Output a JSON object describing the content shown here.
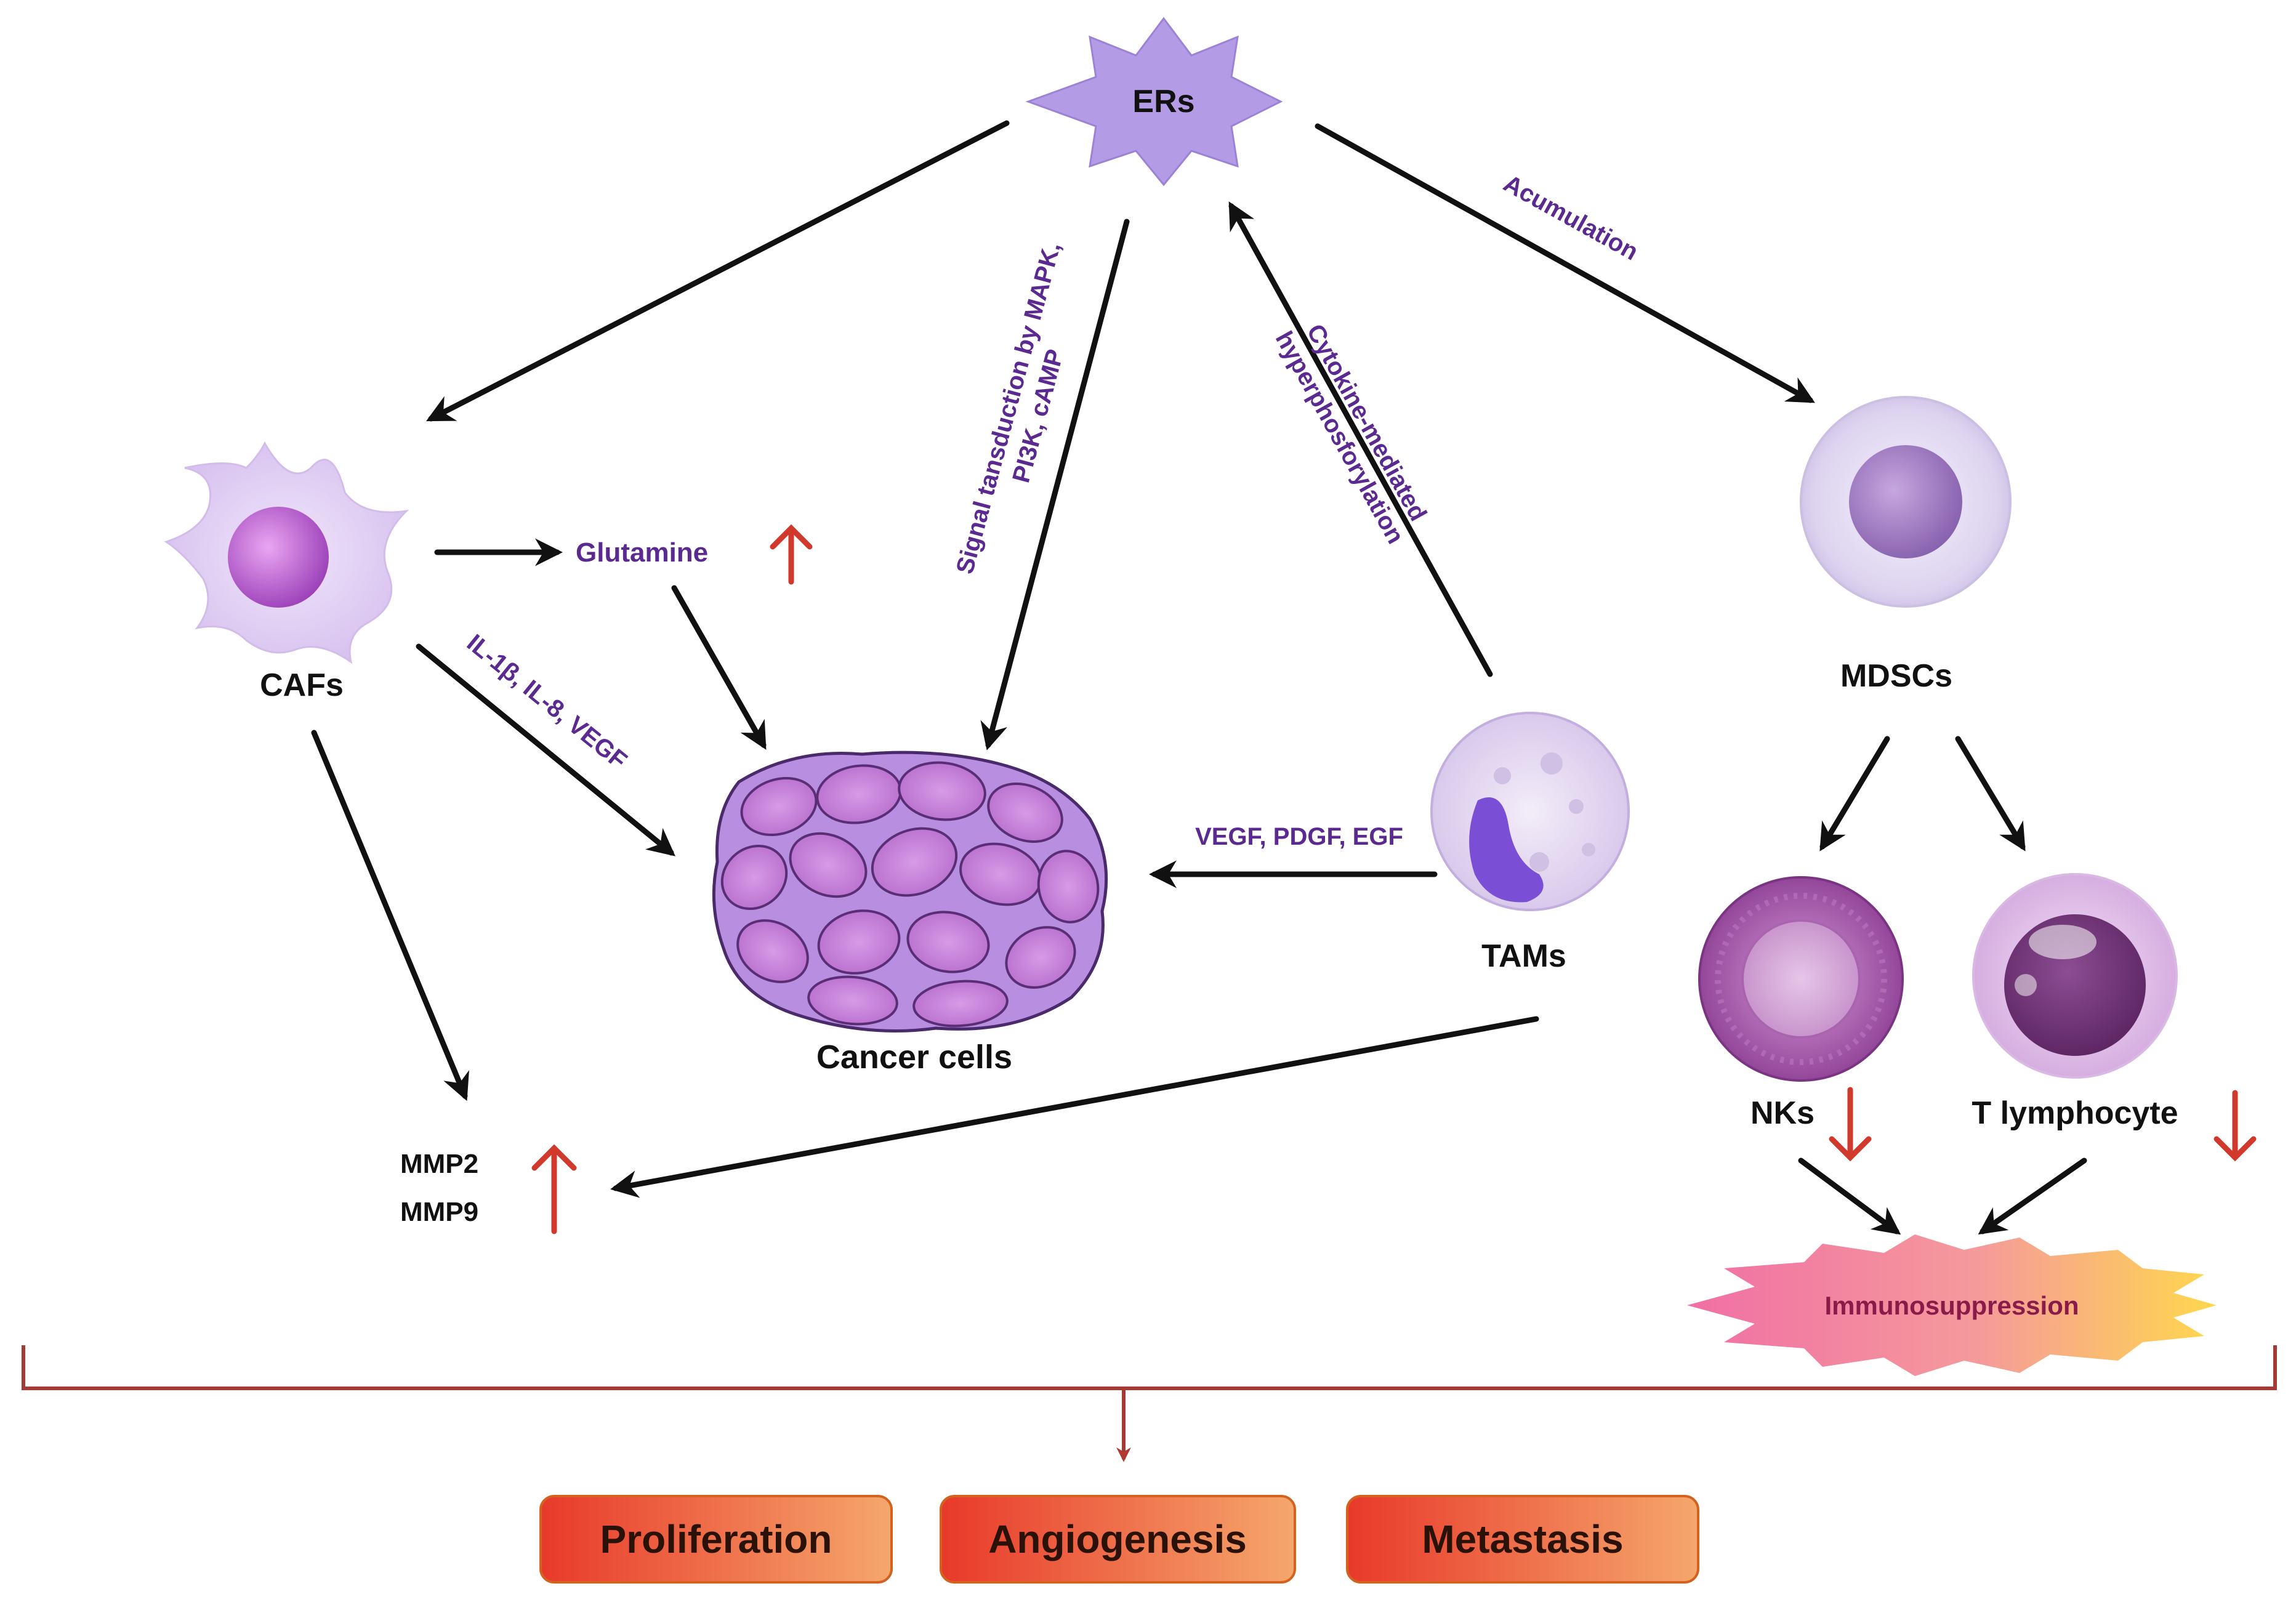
{
  "nodes": {
    "ers": "ERs",
    "cafs": "CAFs",
    "glutamine": "Glutamine",
    "cancer_cells": "Cancer cells",
    "tams": "TAMs",
    "mdscs": "MDSCs",
    "nks": "NKs",
    "t_lymphocyte": "T lymphocyte",
    "mmp2": "MMP2",
    "mmp9": "MMP9",
    "immunosuppression": "Immunosuppression"
  },
  "edge_labels": {
    "signal_line1": "Signal tansduction by MAPK,",
    "signal_line2": "PI3K, cAMP",
    "cytokine_line1": "Cytokine-mediated",
    "cytokine_line2": "hyperphosforylation",
    "accumulation": "Acumulation",
    "caf_factors": "IL-1β, IL-8, VEGF",
    "tam_factors": "VEGF, PDGF, EGF"
  },
  "outcomes": [
    "Proliferation",
    "Angiogenesis",
    "Metastasis"
  ],
  "colors": {
    "arrow": "#111111",
    "up_down_arrow": "#d0392b",
    "purple_text": "#5b2a91",
    "ers_fill": "#b49be6",
    "bracket": "#a23a36",
    "outcome_fill_start": "#e83a2a",
    "outcome_fill_end": "#f5a36a"
  }
}
